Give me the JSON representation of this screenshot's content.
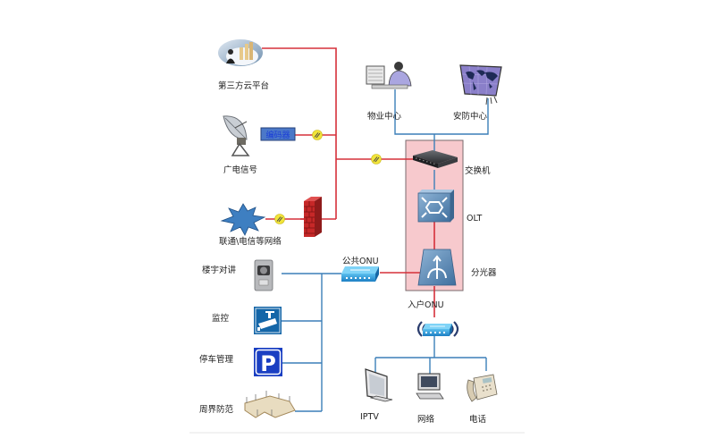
{
  "diagram": {
    "title": "",
    "colors": {
      "fiber_red": "#d6303a",
      "network_blue": "#3c7fb8",
      "core_box_fill": "#f7c9cd",
      "core_box_border": "#7a6a6d",
      "separator": "#e6e6e6"
    },
    "external_sources": [
      {
        "id": "cloud",
        "label": "第三方云平台",
        "icon": "cloud-platform-icon"
      },
      {
        "id": "broadcast",
        "label": "广电信号",
        "icon": "satellite-dish-icon"
      },
      {
        "id": "isp",
        "label": "联通\\电信等网络",
        "icon": "network-burst-icon"
      }
    ],
    "inline_devices": [
      {
        "id": "encoder",
        "label": "编码器",
        "icon": "encoder-box-icon"
      },
      {
        "id": "firewall",
        "label": "",
        "icon": "firewall-icon"
      }
    ],
    "centers": [
      {
        "id": "property",
        "label": "物业中心",
        "icon": "operator-workstation-icon"
      },
      {
        "id": "security",
        "label": "安防中心",
        "icon": "world-map-display-icon"
      }
    ],
    "core": [
      {
        "id": "switch",
        "label": "交换机",
        "icon": "switch-icon"
      },
      {
        "id": "olt",
        "label": "OLT",
        "icon": "olt-icon"
      },
      {
        "id": "splitter",
        "label": "分光器",
        "icon": "optical-splitter-icon"
      }
    ],
    "public_onu": {
      "label": "公共ONU",
      "icon": "onu-icon"
    },
    "public_services": [
      {
        "id": "intercom",
        "label": "楼宇对讲",
        "icon": "door-intercom-icon"
      },
      {
        "id": "monitor",
        "label": "监控",
        "icon": "cctv-camera-icon"
      },
      {
        "id": "parking",
        "label": "停车管理",
        "icon": "parking-sign-icon"
      },
      {
        "id": "perimeter",
        "label": "周界防范",
        "icon": "perimeter-fence-icon"
      }
    ],
    "home_onu": {
      "label": "入户ONU",
      "icon": "wireless-onu-icon"
    },
    "home_services": [
      {
        "id": "iptv",
        "label": "IPTV",
        "icon": "tv-icon"
      },
      {
        "id": "internet",
        "label": "网络",
        "icon": "desktop-computer-icon"
      },
      {
        "id": "phone",
        "label": "电话",
        "icon": "telephone-icon"
      }
    ]
  }
}
